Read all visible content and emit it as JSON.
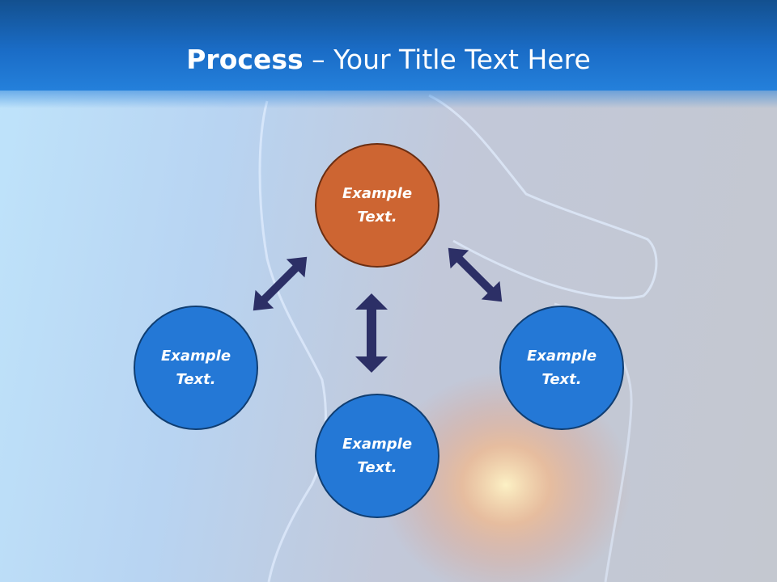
{
  "slide": {
    "title_bold": "Process",
    "title_rest": "– Your Title Text Here"
  },
  "nodes": {
    "top": {
      "label": "Example Text.",
      "color": "#cd6532"
    },
    "left": {
      "label": "Example Text.",
      "color": "#2478d6"
    },
    "bottom": {
      "label": "Example Text.",
      "color": "#2478d6"
    },
    "right": {
      "label": "Example Text.",
      "color": "#2478d6"
    }
  },
  "colors": {
    "header": "#1a6cc6",
    "arrows": "#2c2f66"
  }
}
